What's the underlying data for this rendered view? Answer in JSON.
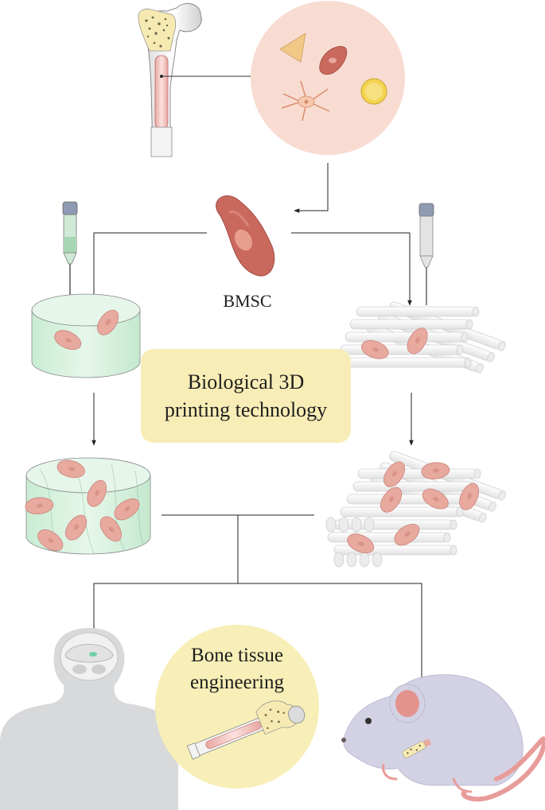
{
  "labels": {
    "cell_type": "BMSC",
    "printing_box": "Biological 3D\nprinting technology",
    "printing_line1": "Biological 3D",
    "printing_line2": "printing technology",
    "application_line1": "Bone tissue",
    "application_line2": "engineering"
  },
  "colors": {
    "marrow_circle": "#f8dcd2",
    "bmsc_cell": "#c9685c",
    "hydrogel": "#d4f0dc",
    "scaffold_fiber": "#f4f4f4",
    "highlight_box": "#f8edb6",
    "mouse": "#d3d2e4",
    "human": "#d8d9db"
  },
  "icons": [
    "femur-bone-icon",
    "bone-marrow-cells-icon",
    "bmsc-cell-icon",
    "syringe-icon",
    "hydrogel-dish-icon",
    "fiber-scaffold-icon",
    "human-skull-icon",
    "mouse-icon"
  ]
}
